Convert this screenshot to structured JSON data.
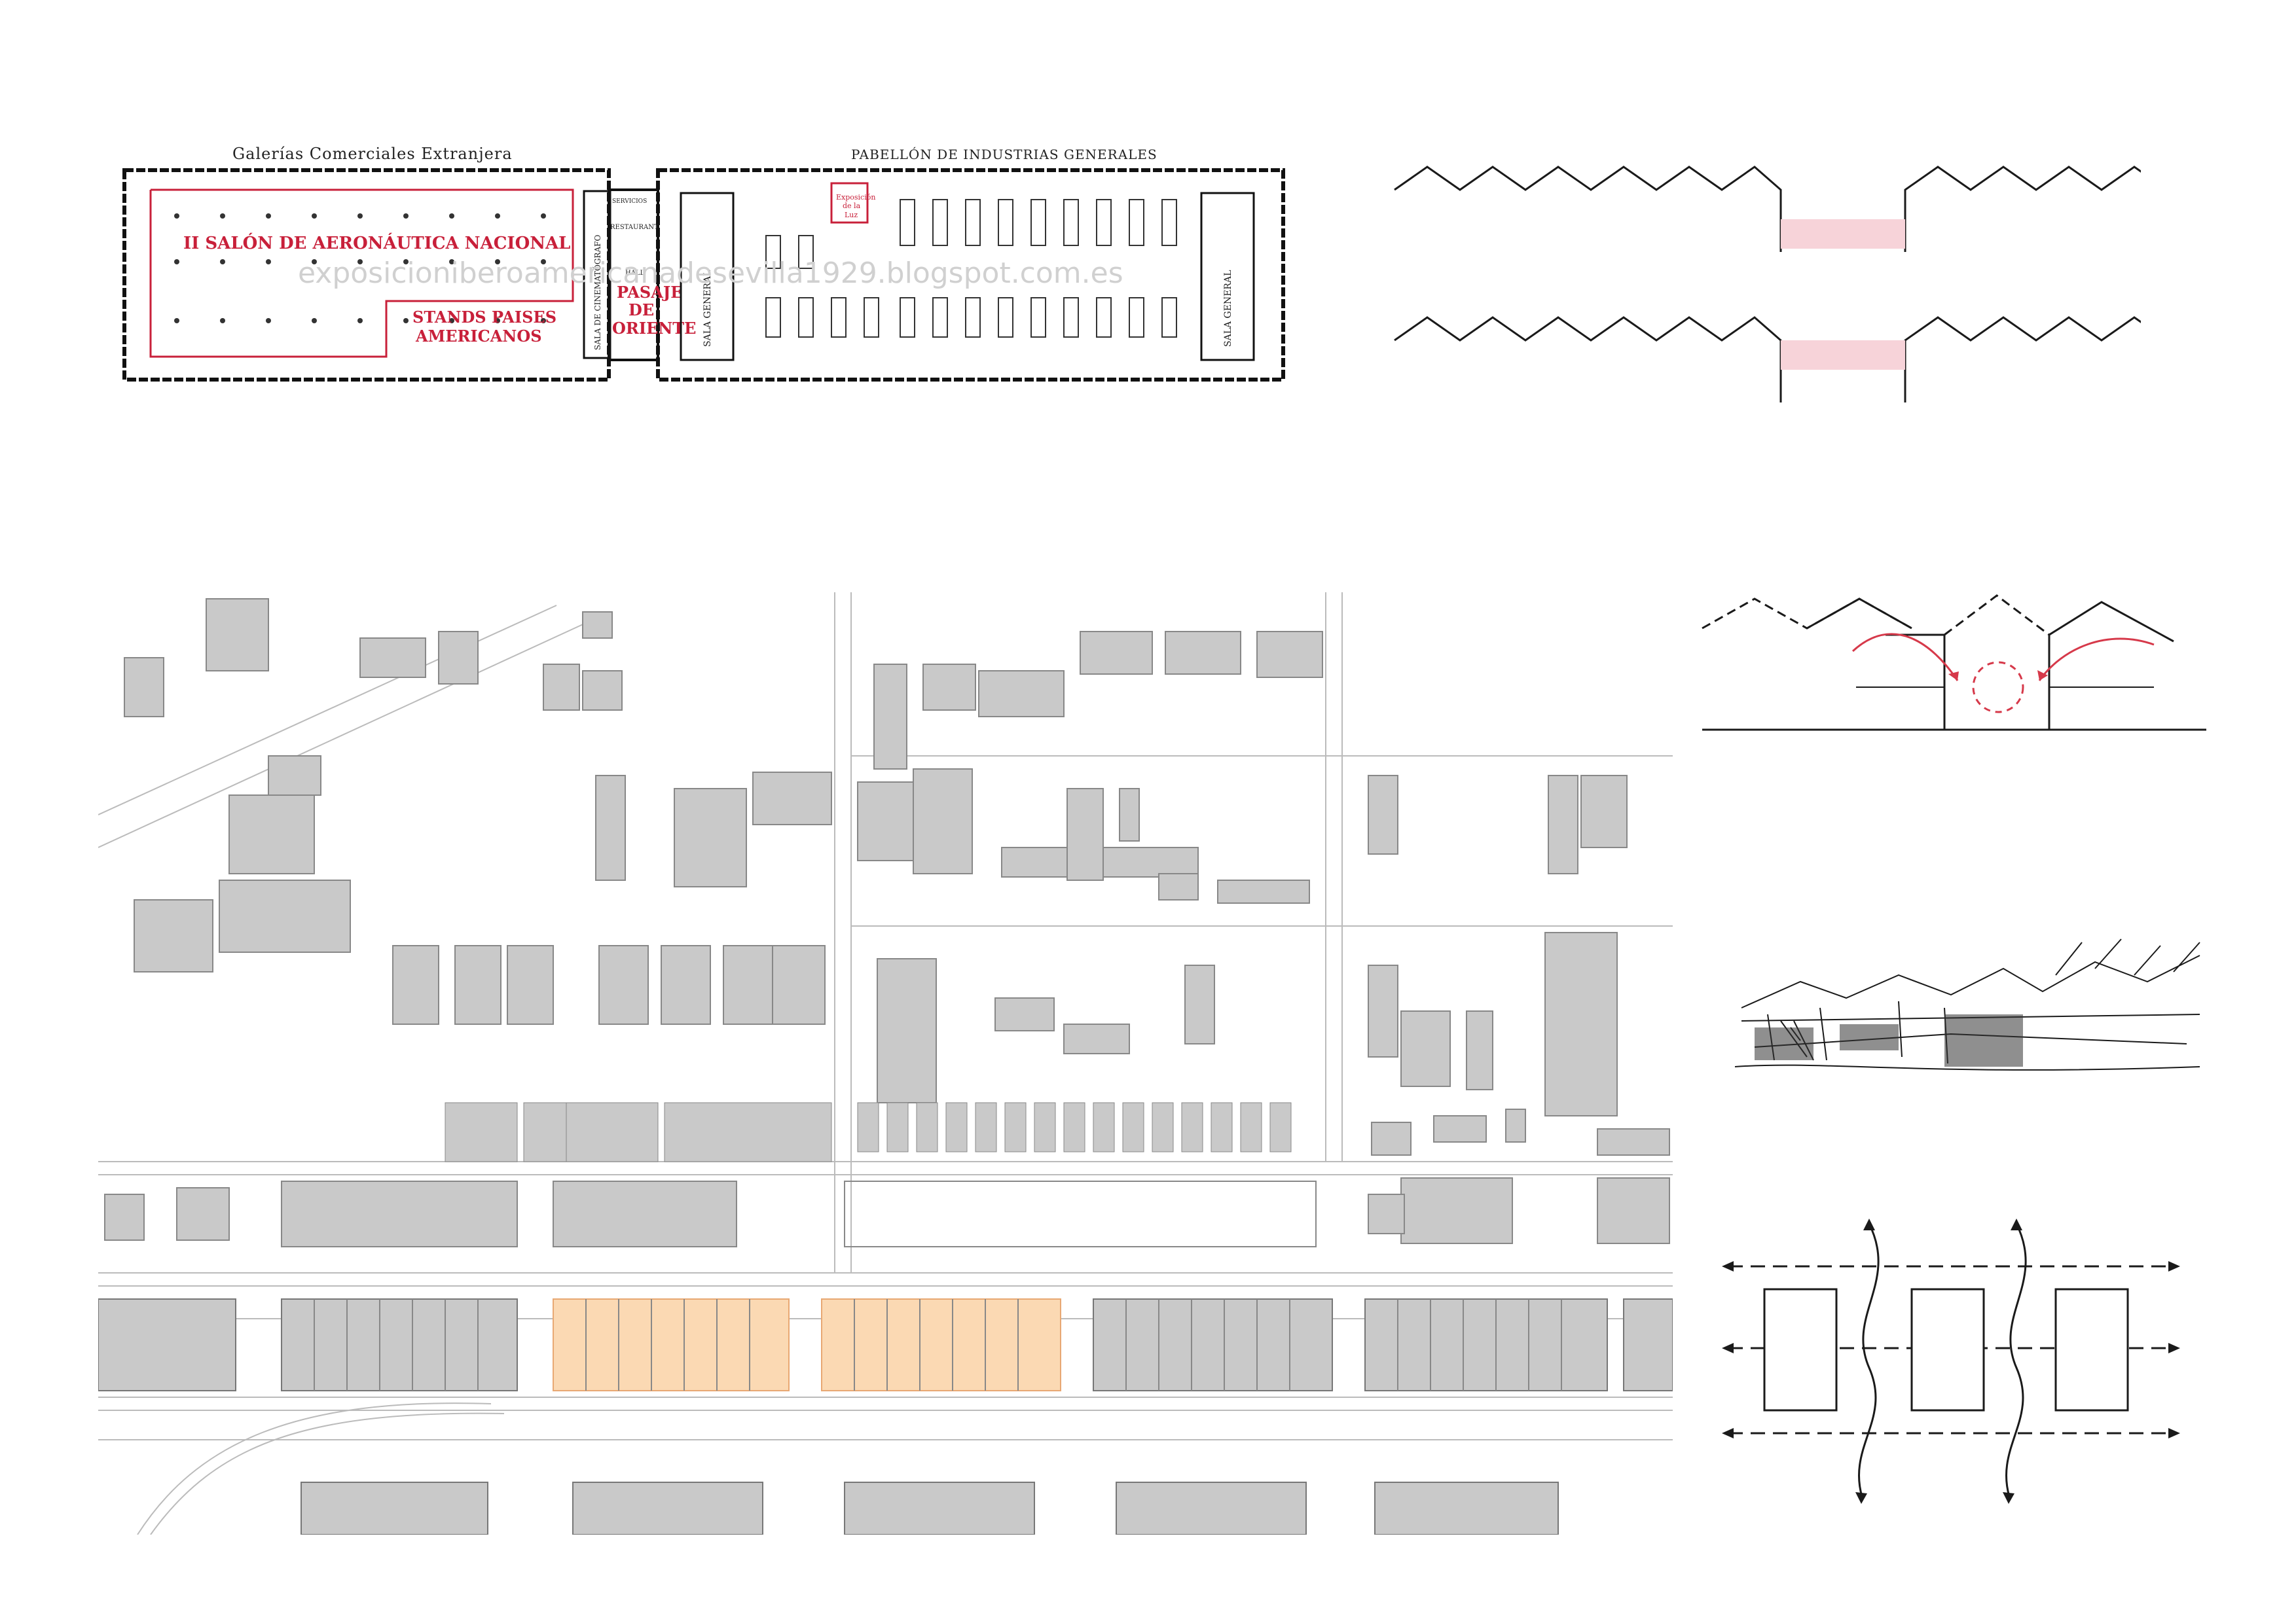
{
  "plan": {
    "title_left": "Galerías Comerciales Extranjera",
    "title_right": "PABELLÓN DE INDUSTRIAS GENERALES",
    "red_label_1": "II SALÓN DE AERONÁUTICA NACIONAL",
    "red_label_2": "STANDS PAISES",
    "red_label_3": "AMERICANOS",
    "red_label_4": "PASAJE",
    "red_label_5": "DE",
    "red_label_6": "ORIENTE",
    "red_label_7": "Exposición",
    "red_label_8": "de la",
    "red_label_9": "Luz",
    "sala_cine": "SALA DE CINEMATÓGRAFO",
    "sala_general_left": "SALA GENERAL",
    "sala_general_right": "SALA GENERAL",
    "restaurant": "RESTAURANT",
    "servicios": "SERVICIOS",
    "hall": "HALL",
    "watermark": "exposicioniberoamericanadesevilla1929.blogspot.com.es"
  },
  "colors": {
    "highlight_pink": "#f7d3d9",
    "highlight_orange": "#fbd9b3",
    "building_gray": "#c9c9c9",
    "plan_red": "#c8203a",
    "line": "#1a1a1a"
  },
  "site": {
    "block_count_row": 6
  }
}
